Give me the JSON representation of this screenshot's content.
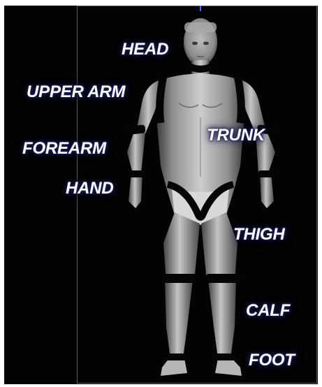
{
  "labels": {
    "head": "HEAD",
    "upper_arm": "UPPER ARM",
    "forearm": "FOREARM",
    "hand": "HAND",
    "trunk": "TRUNK",
    "thigh": "THIGH",
    "calf": "CALF",
    "foot": "FOOT"
  },
  "colors": {
    "background": "#030303",
    "label_text": "#ffffff",
    "label_glow": "#1a1a55",
    "segment_bands": "#050505"
  }
}
